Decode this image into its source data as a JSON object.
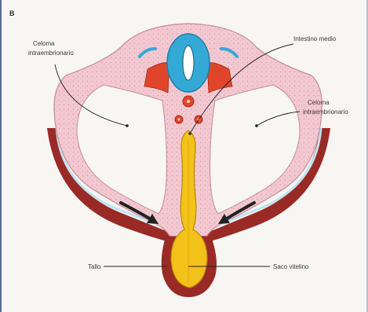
{
  "figure": {
    "panel_letter": "B",
    "labels": {
      "celoma_left_1": "Celoma",
      "celoma_left_2": "intraembrionario",
      "intestino": "Intestino medio",
      "celoma_right_1": "Celoma",
      "celoma_right_2": "intraembrionario",
      "tallo": "Tallo",
      "saco": "Saco vitelino"
    },
    "colors": {
      "tissue_pink": "#f3c9d1",
      "tissue_outline": "#c98a98",
      "neural_blue": "#35a9d6",
      "somite_red": "#e0452c",
      "yolk_yellow": "#f2c21a",
      "wall_red": "#9a2a26",
      "amnion_blue": "#bfe3f2",
      "arrow": "#222222"
    }
  }
}
